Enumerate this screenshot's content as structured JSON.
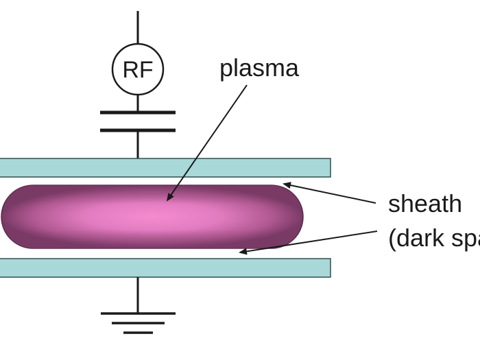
{
  "diagram": {
    "source_label": "RF",
    "plasma_label": "plasma",
    "sheath_label_line1": "sheath",
    "sheath_label_line2": "(dark space)",
    "colors": {
      "electrode_fill": "#a8d8d8",
      "electrode_stroke": "#2f4f4f",
      "plasma_core": "#f58bcf",
      "plasma_mid": "#c65a9e",
      "plasma_edge": "#7a3a66",
      "wire": "#1a1a1a"
    }
  }
}
